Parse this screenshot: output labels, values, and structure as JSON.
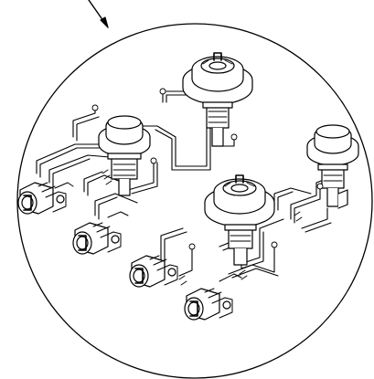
{
  "diagram": {
    "view": "detail-callout",
    "subject": "gas-burner-assembly",
    "burners": [
      {
        "id": "burner-top-center",
        "style": "open-ring"
      },
      {
        "id": "burner-left",
        "style": "closed-cap"
      },
      {
        "id": "burner-right",
        "style": "closed-cap"
      },
      {
        "id": "burner-front-center",
        "style": "open-ring"
      }
    ],
    "control_valves": 4,
    "stroke_color": "#000000",
    "background_color": "#ffffff"
  }
}
